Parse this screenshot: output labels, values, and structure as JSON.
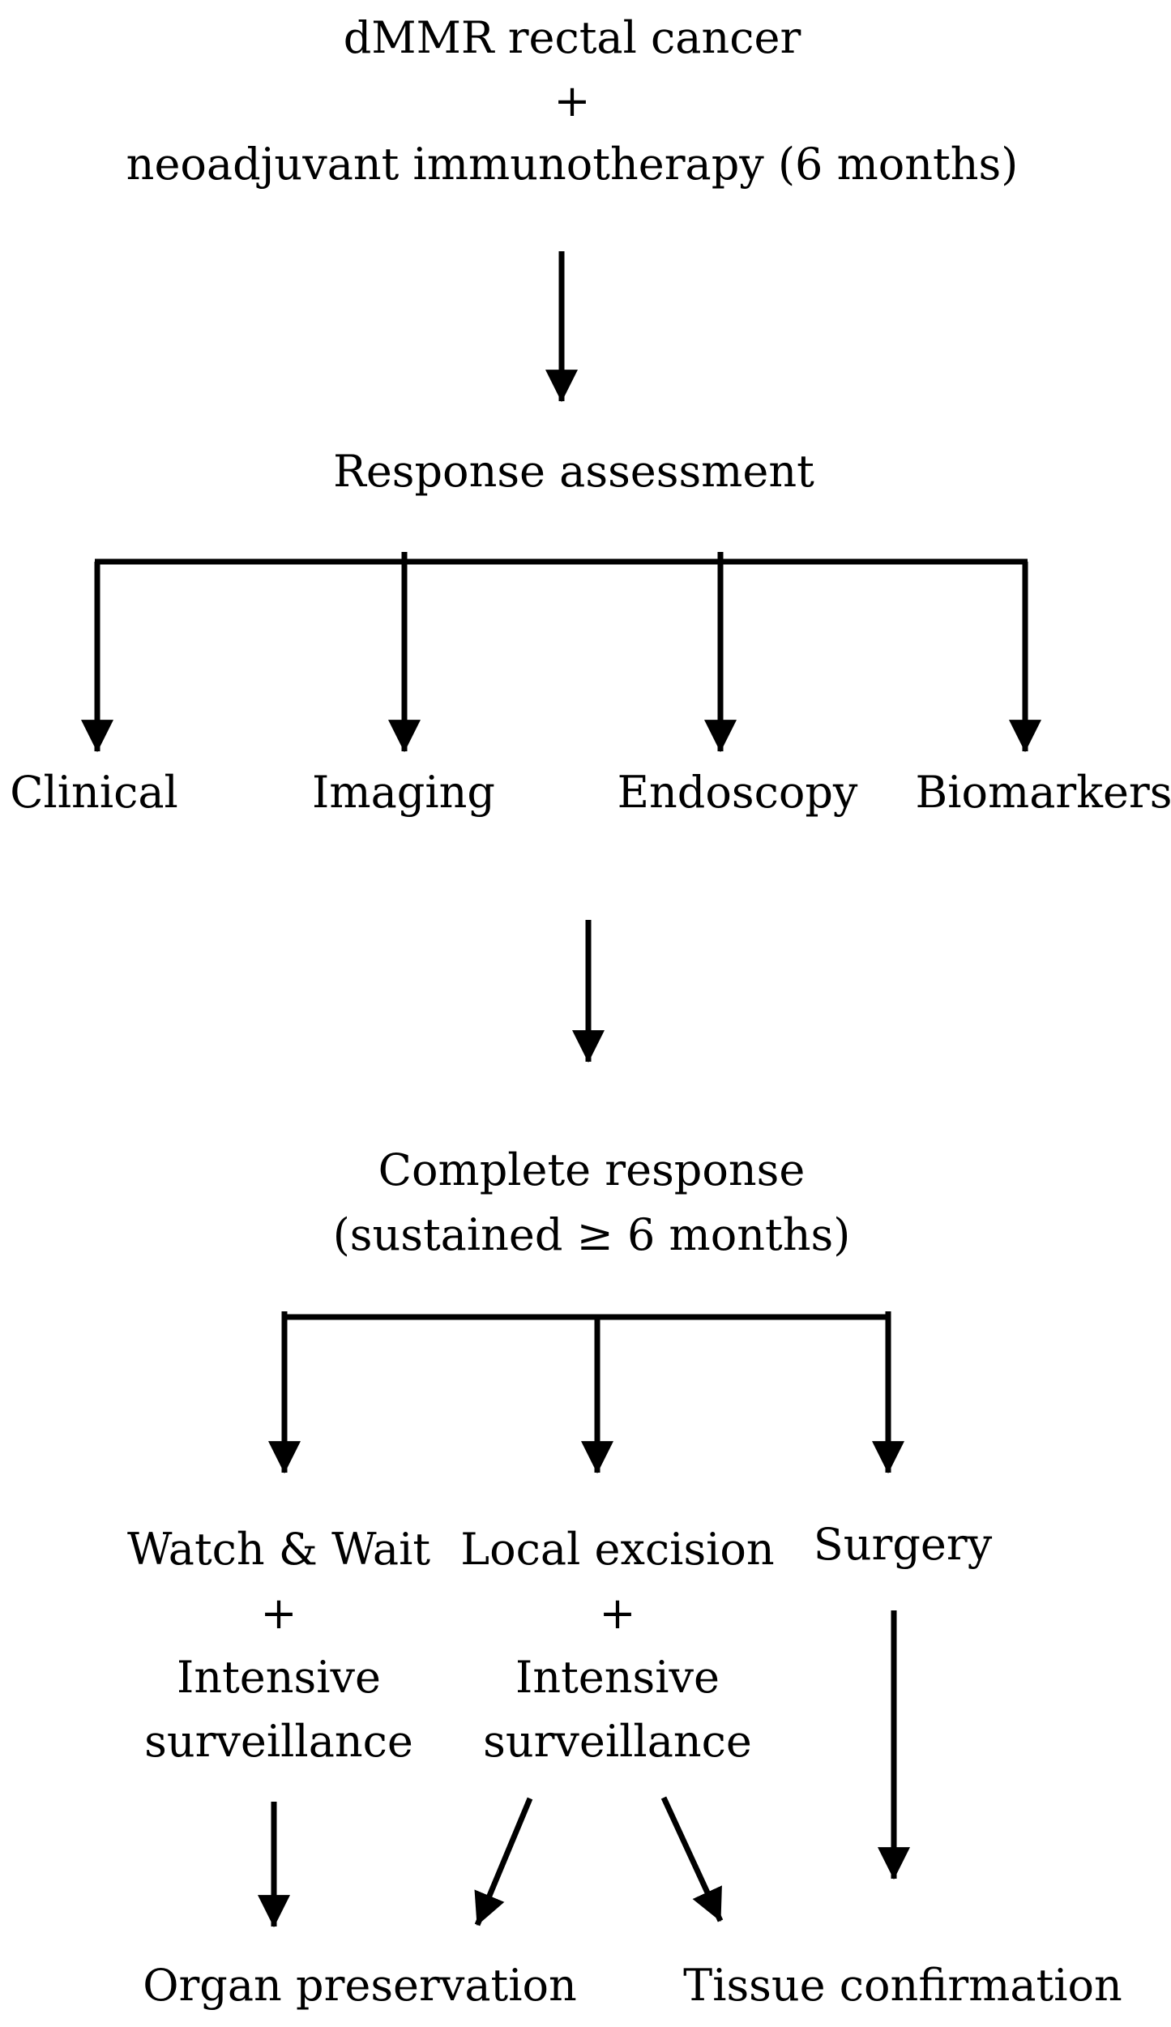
{
  "diagram": {
    "root": {
      "line1": "dMMR rectal cancer",
      "joiner": "+",
      "line2": "neoadjuvant immunotherapy (6 months)"
    },
    "assessment": {
      "title": "Response assessment",
      "methods": [
        "Clinical",
        "Imaging",
        "Endoscopy",
        "Biomarkers"
      ]
    },
    "complete_response": {
      "line1": "Complete response",
      "line2": "(sustained ≥ 6 months)"
    },
    "options": [
      {
        "label": "Watch & Wait",
        "joiner": "+",
        "adjunct_line1": "Intensive",
        "adjunct_line2": "surveillance"
      },
      {
        "label": "Local excision",
        "joiner": "+",
        "adjunct_line1": "Intensive",
        "adjunct_line2": "surveillance"
      },
      {
        "label": "Surgery"
      }
    ],
    "outcomes": [
      "Organ preservation",
      "Tissue confirmation"
    ]
  },
  "colors": {
    "ink": "#000000",
    "background": "#ffffff"
  }
}
